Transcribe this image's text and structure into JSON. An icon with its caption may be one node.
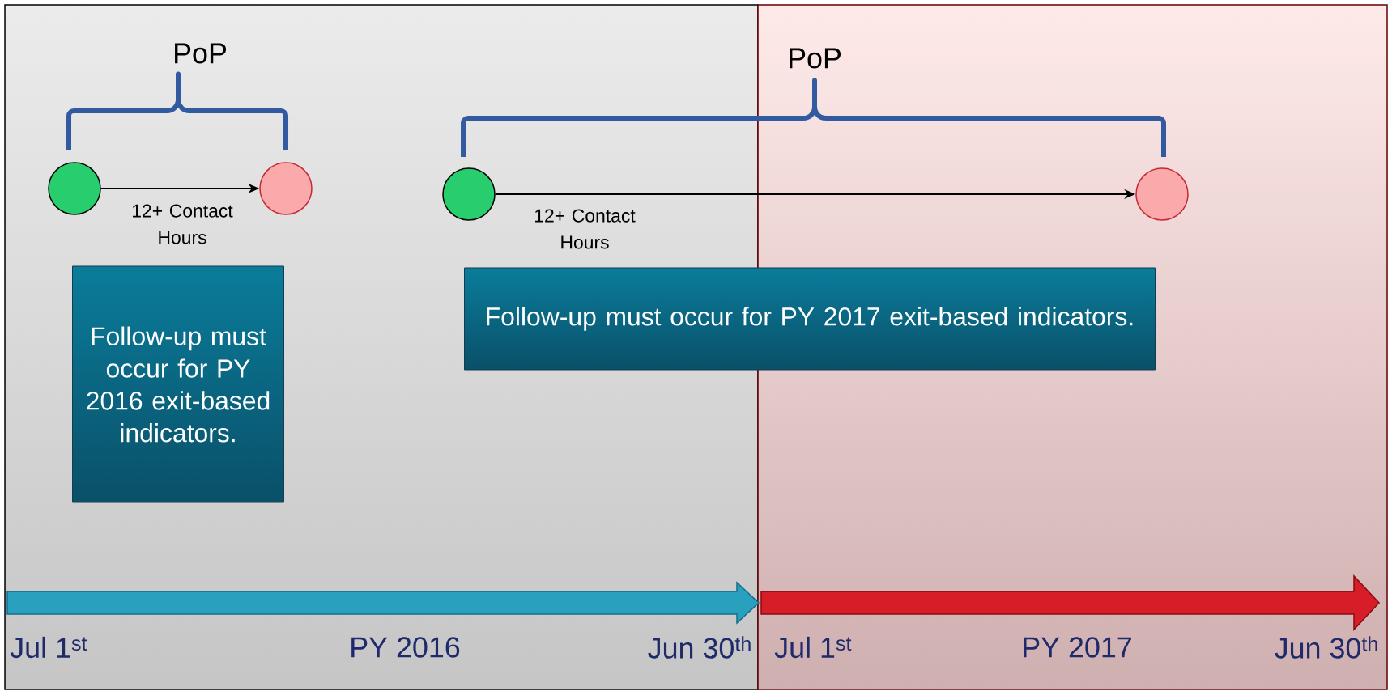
{
  "diagram": {
    "nodes": [
      {
        "text": [],
        "shape": "circle"
      },
      {
        "text": [],
        "shape": "circle"
      },
      {
        "text": [],
        "shape": "circle"
      },
      {
        "text": [],
        "shape": "circle"
      },
      {
        "text": [
          "Follow-up must occur for PY 2016 exit-based indicators."
        ]
      },
      {
        "text": [
          "Follow-up must occur for PY 2017 exit-based indicators."
        ]
      }
    ],
    "edges": [
      {
        "from": 0,
        "to": 1,
        "arrow": "to",
        "label": "12+ Contact Hours"
      },
      {
        "from": 2,
        "to": 3,
        "arrow": "to",
        "label": "12+ Contact Hours"
      }
    ],
    "labels": [
      "PoP",
      "PoP",
      "Jul 1$^{st}$",
      "PY 2016",
      "Jun 30$^{th}$",
      "Jul 1$^{st}$",
      "PY 2017",
      "Jun 30$^{th}$"
    ]
  }
}
